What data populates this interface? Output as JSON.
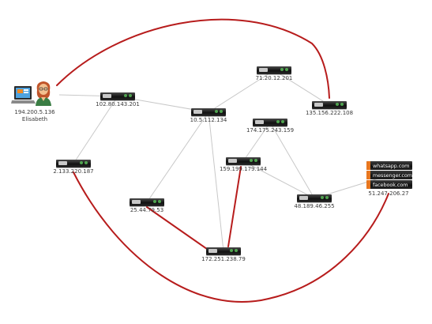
{
  "diagram": {
    "background": "#ffffff",
    "link_colors": {
      "normal": "#c8c8c8",
      "highlight": "#b71c1c"
    },
    "user": {
      "ip": "194.200.5.136",
      "name": "Elisabeth"
    },
    "services": {
      "ip": "51.247.206.27",
      "items": [
        "whatsapp.com",
        "messenger.com",
        "facebook.com"
      ]
    },
    "servers": [
      {
        "ip": "102.80.143.201"
      },
      {
        "ip": "10.5.112.134"
      },
      {
        "ip": "71.20.12.201"
      },
      {
        "ip": "135.156.222.108"
      },
      {
        "ip": "174.175.243.159"
      },
      {
        "ip": "159.199.179.144"
      },
      {
        "ip": "2.133.220.187"
      },
      {
        "ip": "25.44.79.53"
      },
      {
        "ip": "172.251.238.79"
      },
      {
        "ip": "48.189.46.255"
      }
    ]
  }
}
